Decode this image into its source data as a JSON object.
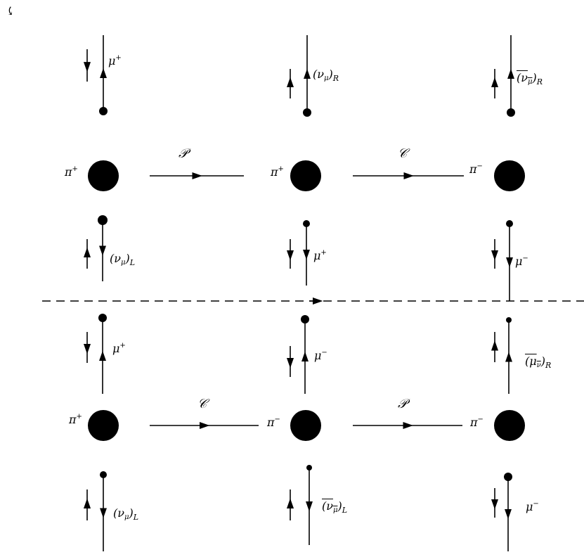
{
  "corner_mark": "⤹",
  "rows": [
    {
      "transforms": [
        {
          "symbol": "𝒫"
        },
        {
          "symbol": "𝒞"
        }
      ],
      "pions": [
        {
          "name": "π",
          "charge": "+"
        },
        {
          "name": "π",
          "charge": "+"
        },
        {
          "name": "π",
          "charge": "−"
        }
      ],
      "upper_leptons": [
        {
          "base": "μ",
          "sup": "+",
          "sub": "",
          "overline": false
        },
        {
          "base": "(ν",
          "sub": "μ",
          "tail": ")",
          "chir": "R",
          "overline": false
        },
        {
          "base": "(ν",
          "sub": "μ",
          "tail": ")",
          "chir": "R",
          "overline": true
        }
      ],
      "lower_leptons": [
        {
          "base": "(ν",
          "sub": "μ",
          "tail": ")",
          "chir": "L",
          "overline": false
        },
        {
          "base": "μ",
          "sup": "+",
          "overline": false
        },
        {
          "base": "μ",
          "sup": "−",
          "overline": false
        }
      ]
    },
    {
      "transforms": [
        {
          "symbol": "𝒞"
        },
        {
          "symbol": "𝒫"
        }
      ],
      "pions": [
        {
          "name": "π",
          "charge": "+"
        },
        {
          "name": "π",
          "charge": "−"
        },
        {
          "name": "π",
          "charge": "−"
        }
      ],
      "upper_leptons": [
        {
          "base": "μ",
          "sup": "+",
          "overline": false
        },
        {
          "base": "μ",
          "sup": "−",
          "overline": false
        },
        {
          "base": "(μ",
          "sub": "ν",
          "tail": ")",
          "chir": "R",
          "overline": true
        }
      ],
      "lower_leptons": [
        {
          "base": "(ν",
          "sub": "μ",
          "tail": ")",
          "chir": "L",
          "overline": false
        },
        {
          "base": "(ν",
          "sub": "μ",
          "tail": ")",
          "chir": "L",
          "overline": true
        },
        {
          "base": "μ",
          "sup": "−",
          "overline": false
        }
      ]
    }
  ]
}
